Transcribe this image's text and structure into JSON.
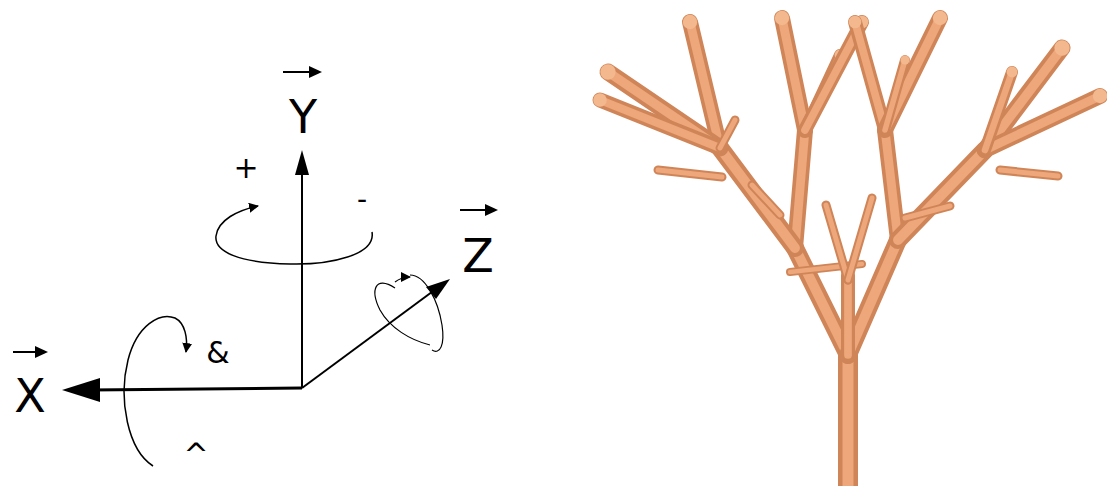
{
  "diagram": {
    "labels": [
      "Y",
      "+",
      "-",
      "Z",
      "&",
      "X",
      "^"
    ]
  }
}
